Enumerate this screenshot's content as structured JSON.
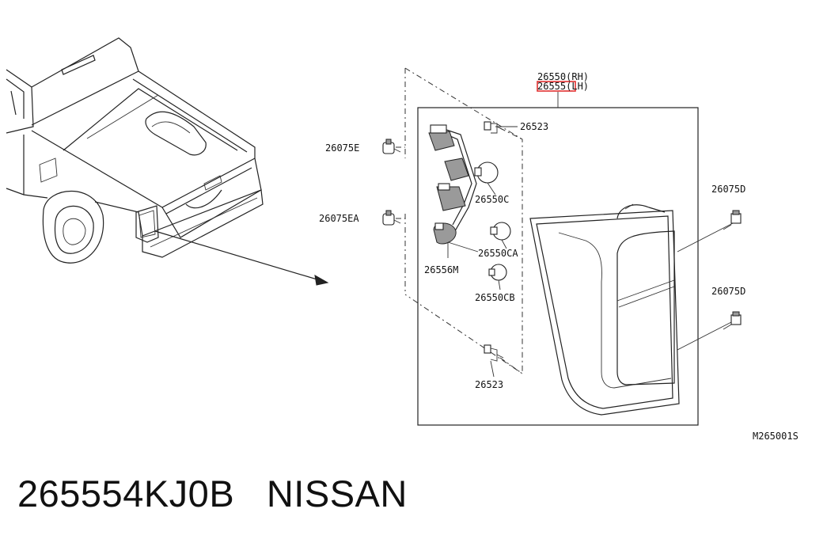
{
  "labels": {
    "rh": "26550(RH)",
    "lh": "26555(LH)",
    "bulb_holder_top": "26523",
    "bulb_holder_bottom": "26523",
    "clip_e": "26075E",
    "clip_ea": "26075EA",
    "bulb_c": "26550C",
    "bulb_ca": "26550CA",
    "bulb_cb": "26550CB",
    "socket_m": "26556M",
    "screw_upper": "26075D",
    "screw_lower": "26075D"
  },
  "highlight_color": "#e03030",
  "reference_code": "M265001S",
  "caption": {
    "part_number": "265554KJ0B",
    "brand": "NISSAN"
  }
}
